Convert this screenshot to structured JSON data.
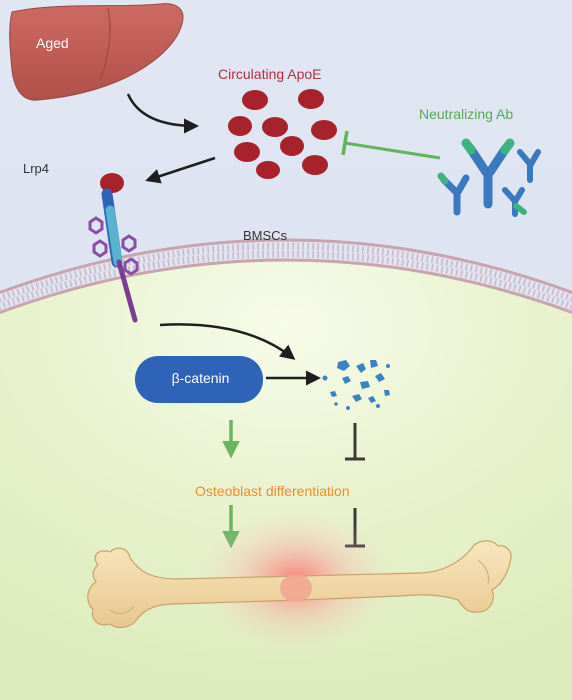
{
  "labels": {
    "aged": "Aged",
    "circulating_apoe": "Circulating ApoE",
    "neutralizing_ab": "Neutralizing Ab",
    "lrp4": "Lrp4",
    "bmscs": "BMSCs",
    "beta_catenin": "β-catenin",
    "osteoblast_differentiation": "Osteoblast differentiation"
  },
  "colors": {
    "liver": "#c05d57",
    "apoe": "#a8222c",
    "inhibit_green": "#62b45c",
    "activate_green": "#6ab55f",
    "inhibit_dark": "#3a3a3a",
    "beta_catenin": "#2f63b8",
    "osteoblast_text": "#f08c2a",
    "membrane": "#b78f9a",
    "cell_interior": "#e4f0c6",
    "bone": "#f2dcae"
  }
}
